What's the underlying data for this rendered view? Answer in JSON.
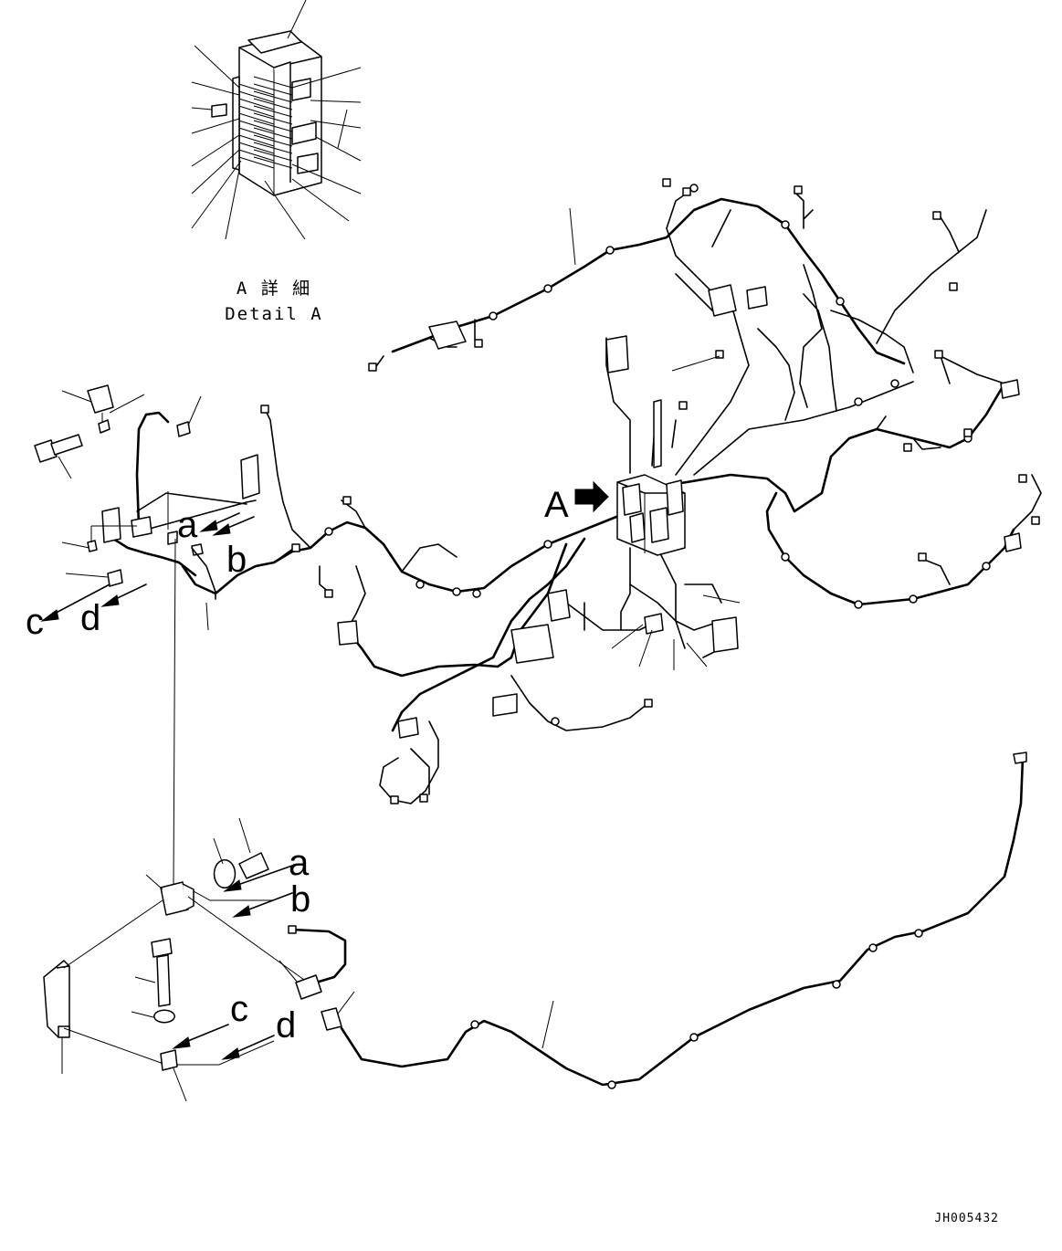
{
  "detail": {
    "title_jp": "A 詳 細",
    "title_en": "Detail A"
  },
  "view_label": "A",
  "callouts": {
    "a": "a",
    "b": "b",
    "c": "c",
    "d": "d"
  },
  "drawing_code": "JH005432"
}
